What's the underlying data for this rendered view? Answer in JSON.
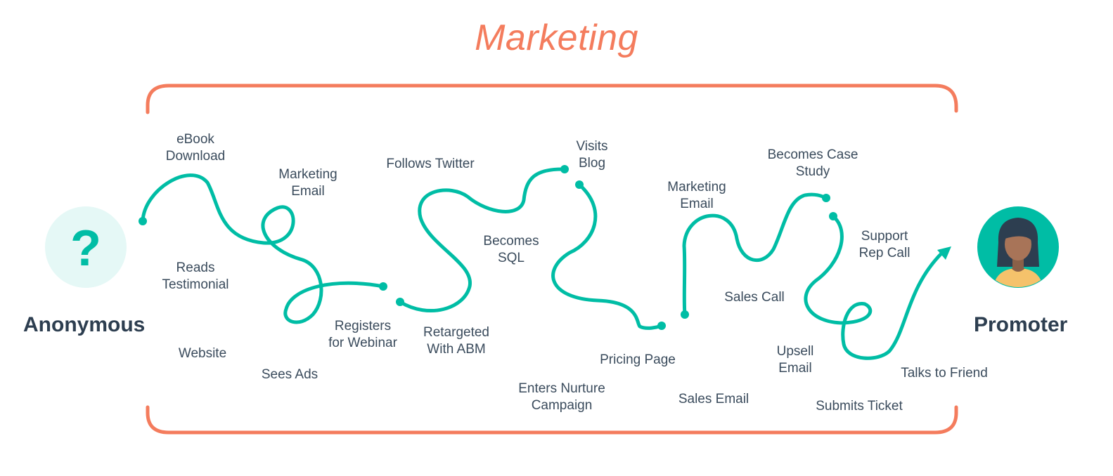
{
  "title": "Marketing",
  "start": {
    "label": "Anonymous",
    "icon": "question-mark-icon"
  },
  "end": {
    "label": "Promoter",
    "icon": "person-avatar-icon"
  },
  "touchpoints": [
    [
      "eBook",
      "Download"
    ],
    [
      "Marketing",
      "Email"
    ],
    [
      "Follows Twitter"
    ],
    [
      "Visits",
      "Blog"
    ],
    [
      "Marketing",
      "Email"
    ],
    [
      "Becomes Case",
      "Study"
    ],
    [
      "Reads",
      "Testimonial"
    ],
    [
      "Becomes",
      "SQL"
    ],
    [
      "Support",
      "Rep Call"
    ],
    [
      "Sales Call"
    ],
    [
      "Registers",
      "for Webinar"
    ],
    [
      "Retargeted",
      "With ABM"
    ],
    [
      "Website"
    ],
    [
      "Sees Ads"
    ],
    [
      "Pricing Page"
    ],
    [
      "Upsell",
      "Email"
    ],
    [
      "Talks to Friend"
    ],
    [
      "Enters Nurture",
      "Campaign"
    ],
    [
      "Sales Email"
    ],
    [
      "Submits Ticket"
    ]
  ],
  "colors": {
    "bracket": "#f47c5d",
    "path": "#00bda5",
    "text": "#3a4b5c",
    "heading": "#2d3e50",
    "start_circle": "#e5f8f6",
    "end_circle": "#00bda5"
  }
}
